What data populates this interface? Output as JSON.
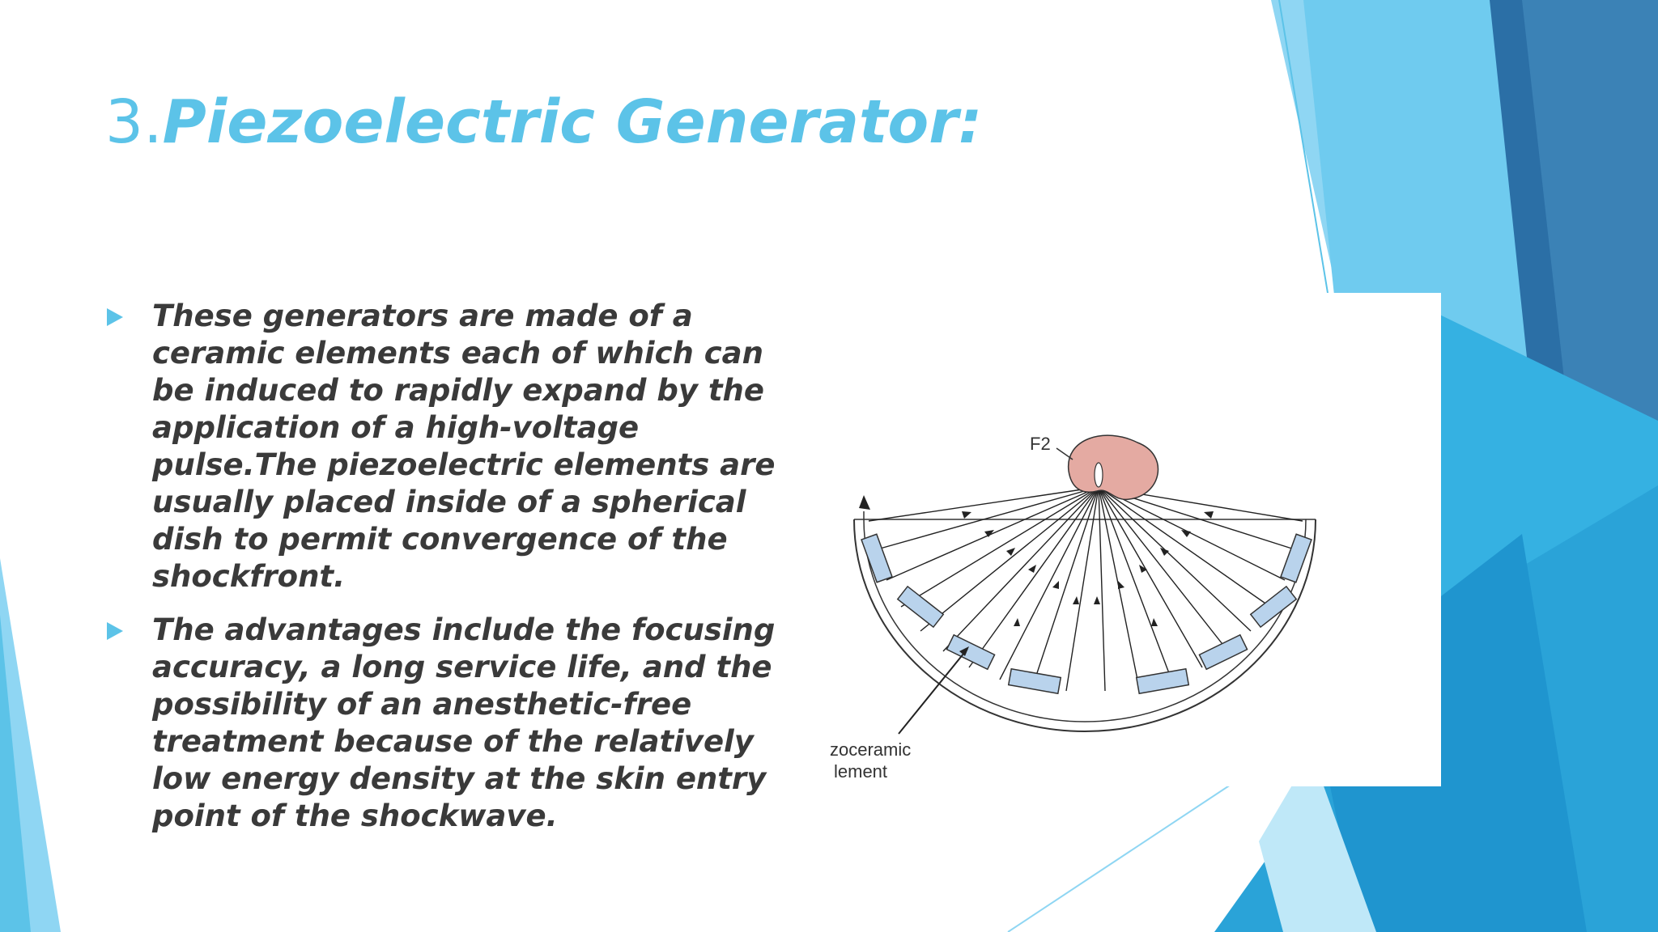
{
  "slide": {
    "title_number": "3.",
    "title_text": "Piezoelectric Generator:",
    "bullets": [
      {
        "text": "These generators are made of a ceramic elements each of which can be induced to rapidly expand by the application of a high-voltage pulse.The piezoelectric elements are usually placed inside of a spherical dish to permit convergence of the shockfront."
      },
      {
        "text": "The advantages include the focusing accuracy, a long service life, and the possibility of an anesthetic-free treatment because of the relatively low energy density at the skin entry point of the shockwave."
      }
    ]
  },
  "figure": {
    "focus_label": "F2",
    "element_label_line1": "zoceramic",
    "element_label_line2": "lement"
  },
  "colors": {
    "title": "#5cc3e8",
    "bullet_marker": "#5cc3e8",
    "body_text": "#3a3a3a",
    "kidney": "#e4aaa2",
    "ceramic_element": "#b9d3ec"
  }
}
